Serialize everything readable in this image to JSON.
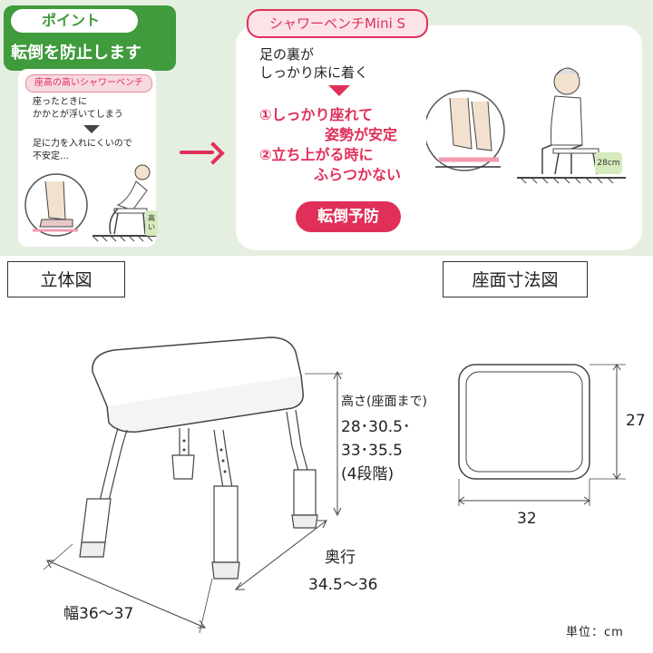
{
  "banner": {
    "point_tab": "ポイント",
    "point_title": "転倒を防止します",
    "left_card": {
      "tag": "座高の高いシャワーベンチ",
      "line1": "座ったときに",
      "line2": "かかとが浮いてしまう",
      "line3": "足に力を入れにくいので",
      "line4": "不安定…",
      "height_tag": "高い"
    },
    "right_card": {
      "tag": "シャワーベンチMini S",
      "feet_line1": "足の裏が",
      "feet_line2": "しっかり床に着く",
      "benefit1_line1": "①しっかり座れて",
      "benefit1_line2": "姿勢が安定",
      "benefit2_line1": "②立ち上がる時に",
      "benefit2_line2": "ふらつかない",
      "badge": "転倒予防",
      "height_tag": "28cm"
    }
  },
  "diagram": {
    "title_3d": "立体図",
    "title_seat": "座面寸法図",
    "height_label": "高さ(座面まで)",
    "height_line1": "28･30.5･",
    "height_line2": "33･35.5",
    "height_line3": "(4段階)",
    "depth_label": "奥行",
    "depth_value": "34.5～36",
    "width_value": "幅36～37",
    "seat_width": "32",
    "seat_depth": "27",
    "unit": "単位：cm"
  },
  "colors": {
    "banner_bg": "#e5efe1",
    "point_green": "#3f9b3c",
    "accent_pink": "#e0305a",
    "height_tag_green": "#d6ebbd"
  }
}
